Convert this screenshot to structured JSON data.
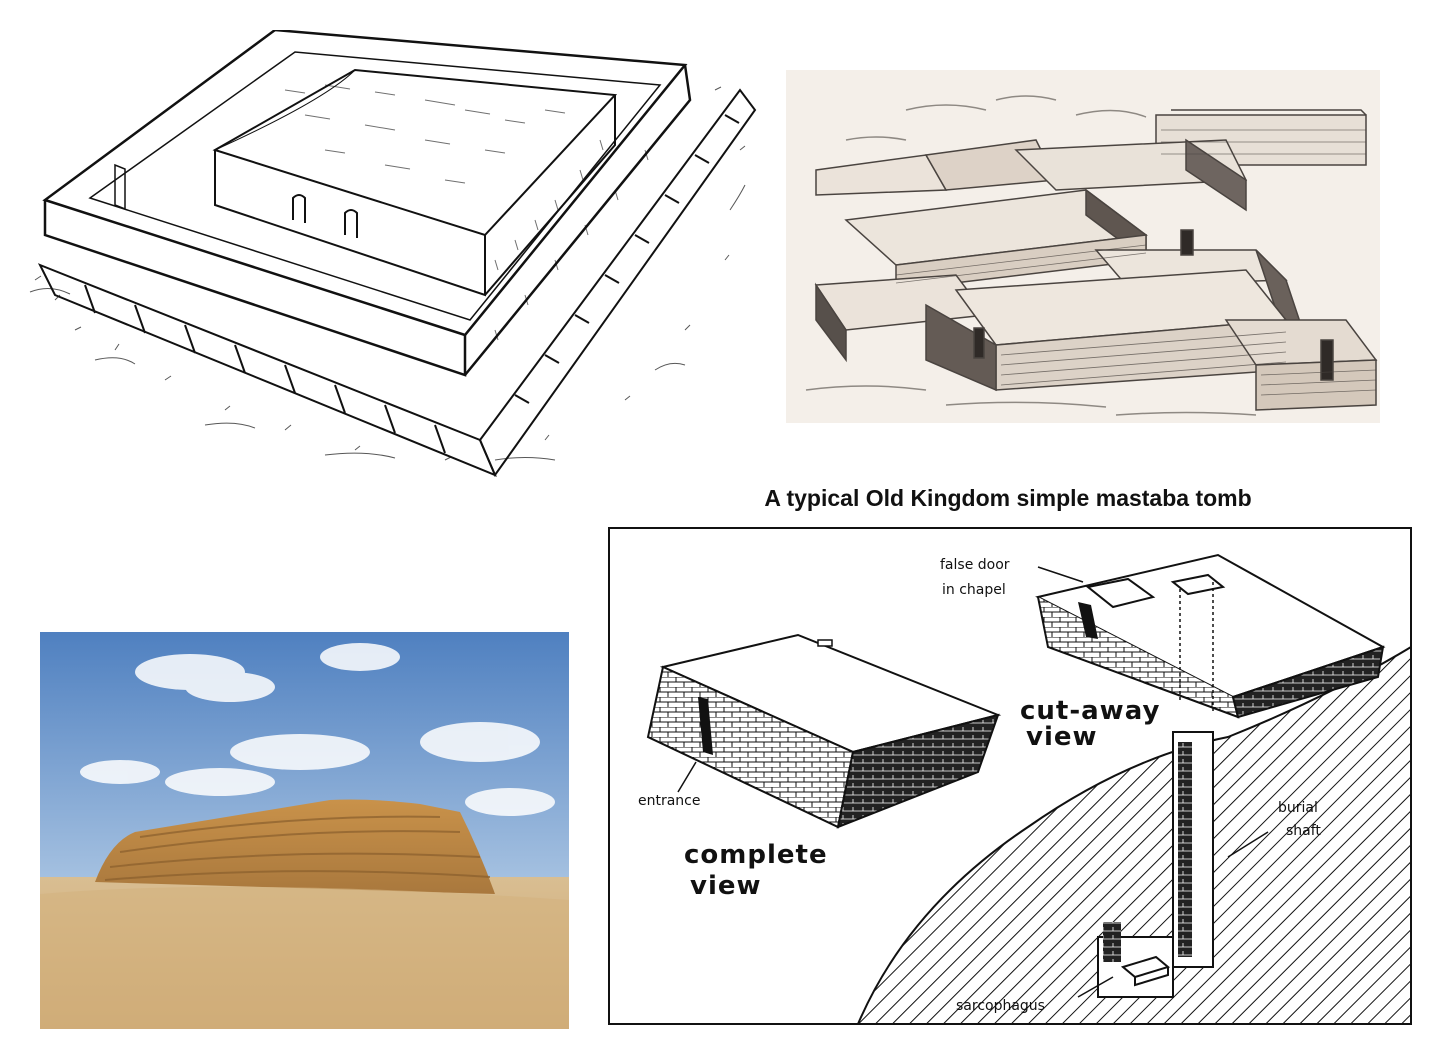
{
  "diagram": {
    "title": "A typical Old Kingdom simple mastaba tomb",
    "labels": {
      "false_door": "false door",
      "in_chapel": "in chapel",
      "cut_away_1": "cut-away",
      "cut_away_2": "view",
      "entrance": "entrance",
      "burial_1": "burial",
      "burial_2": "shaft",
      "complete_1": "complete",
      "complete_2": "view",
      "sarcophagus": "sarcophagus"
    }
  },
  "colors": {
    "ink": "#111111",
    "sky": "#5c8cc8",
    "sand": "#d7b784",
    "mastaba_stone": "#c4924a",
    "sketch_paper": "#f4efe9"
  }
}
